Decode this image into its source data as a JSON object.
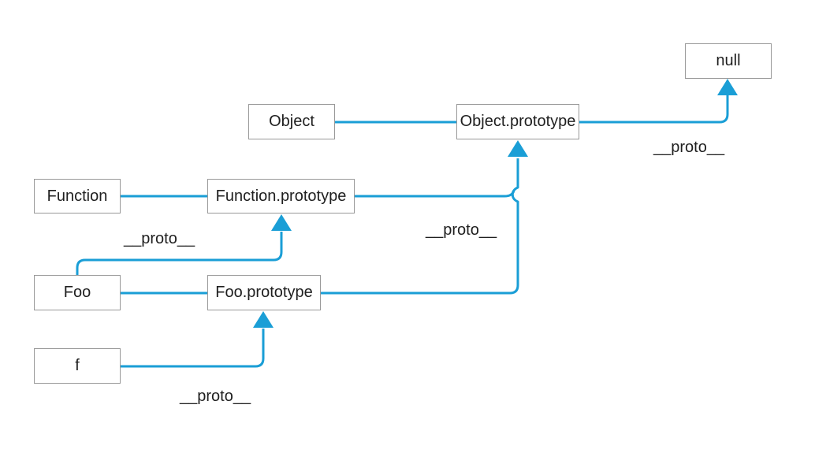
{
  "colors": {
    "edge_blue": "#1a9ed6",
    "node_border": "#999999",
    "node_text": "#202020",
    "label_text": "#202020",
    "background": "#ffffff"
  },
  "nodes": [
    {
      "id": "null",
      "label": "null"
    },
    {
      "id": "object",
      "label": "Object"
    },
    {
      "id": "object-prototype",
      "label": "Object.prototype"
    },
    {
      "id": "function",
      "label": "Function"
    },
    {
      "id": "function-prototype",
      "label": "Function.prototype"
    },
    {
      "id": "foo",
      "label": "Foo"
    },
    {
      "id": "foo-prototype",
      "label": "Foo.prototype"
    },
    {
      "id": "f",
      "label": "f"
    }
  ],
  "edges": [
    {
      "from": "Object",
      "to": "Object.prototype",
      "style": "plain",
      "label": ""
    },
    {
      "from": "Object.prototype",
      "to": "null",
      "style": "arrow",
      "label": "__proto__"
    },
    {
      "from": "Function",
      "to": "Function.prototype",
      "style": "plain",
      "label": ""
    },
    {
      "from": "Function.prototype",
      "to": "Object.prototype",
      "style": "arrow",
      "label": "__proto__"
    },
    {
      "from": "Foo.prototype",
      "to": "Object.prototype",
      "style": "arrow",
      "label": ""
    },
    {
      "from": "Foo",
      "to": "Function.prototype",
      "style": "arrow",
      "label": "__proto__"
    },
    {
      "from": "Foo",
      "to": "Foo.prototype",
      "style": "plain",
      "label": ""
    },
    {
      "from": "f",
      "to": "Foo.prototype",
      "style": "arrow",
      "label": "__proto__"
    }
  ]
}
